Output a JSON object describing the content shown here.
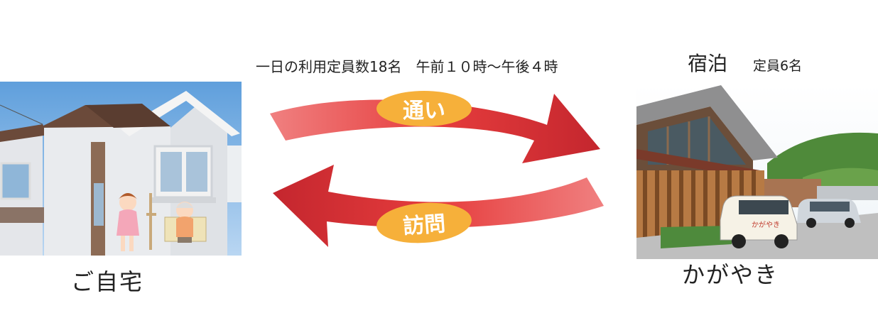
{
  "diagram": {
    "capacity_hours": "一日の利用定員数18名　午前１０時～午後４時",
    "stay": {
      "title": "宿泊",
      "capacity": "定員6名"
    },
    "home_label": "ご自宅",
    "facility_label": "かがやき",
    "arrows": {
      "to_facility": "通い",
      "to_home": "訪問"
    },
    "facility_sign": "かがやき",
    "colors": {
      "arrow": "#d9333b",
      "pill": "#f6b03a",
      "sky": "#7ab3e6"
    }
  }
}
